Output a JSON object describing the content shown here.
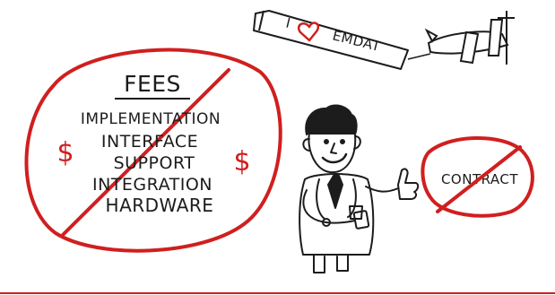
{
  "fees_panel": {
    "heading": "FEES",
    "items": [
      "IMPLEMENTATION",
      "INTERFACE",
      "SUPPORT",
      "INTEGRATION",
      "HARDWARE"
    ],
    "currency_left": "$",
    "currency_right": "$"
  },
  "banner": {
    "prefix": "I",
    "suffix": "EMDAT",
    "heart_icon": "heart-icon"
  },
  "contract": {
    "label": "CONTRACT"
  },
  "colors": {
    "ink": "#1c1c1c",
    "red": "#d01f1f",
    "background": "#ffffff"
  }
}
